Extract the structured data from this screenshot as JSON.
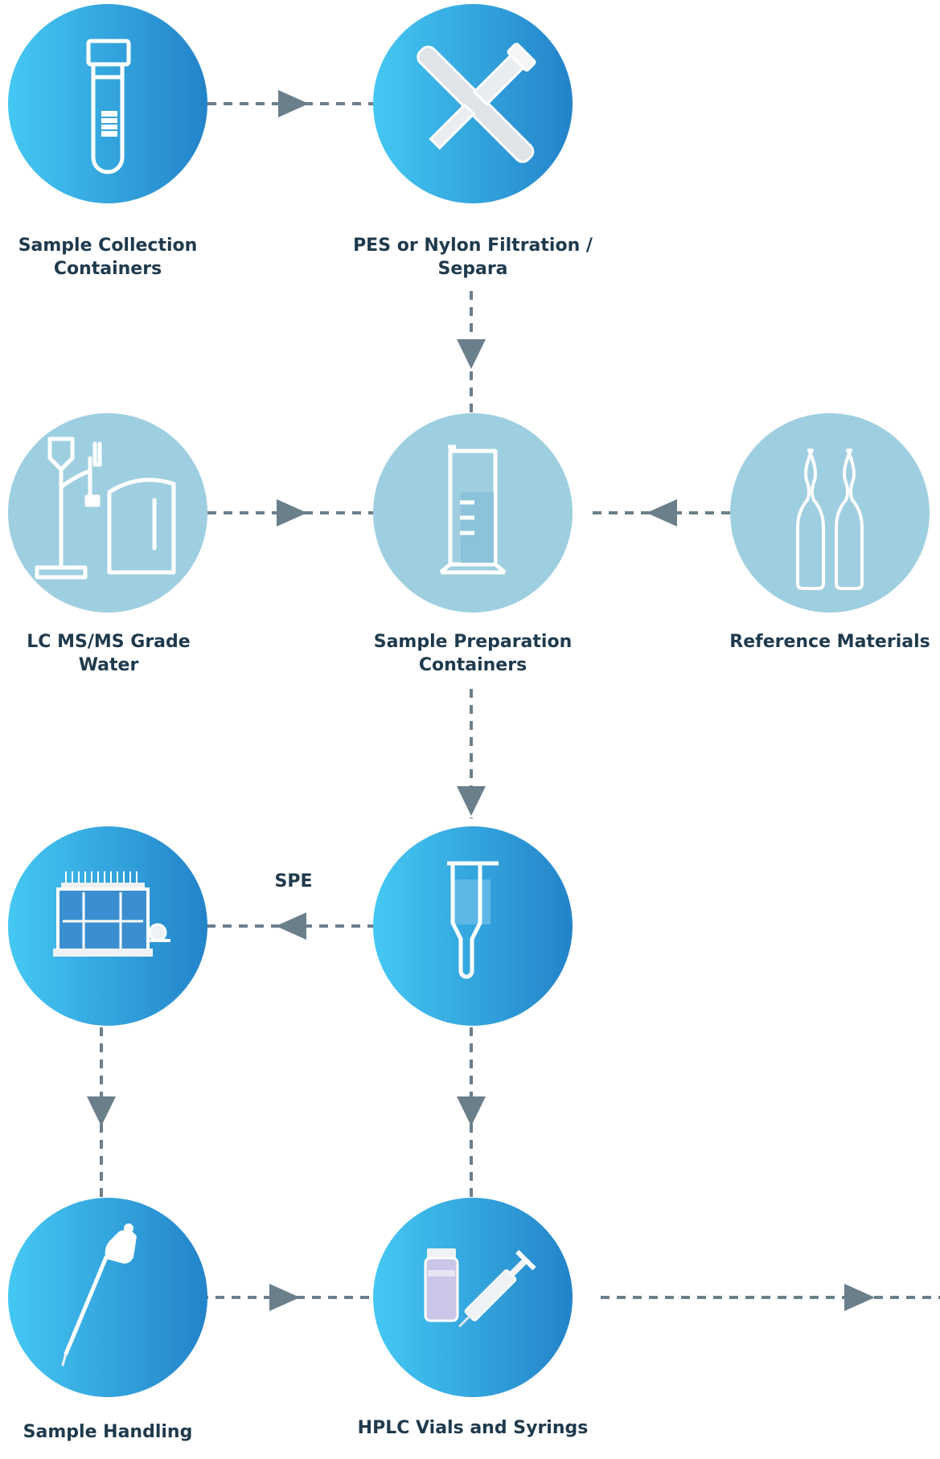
{
  "colors": {
    "active_gradient_start": "#45c8f3",
    "active_gradient_end": "#2383c9",
    "inactive_fill": "#9ecfe1",
    "connector": "#6b7f8b",
    "label_text": "#1f3a4d"
  },
  "nodes": [
    {
      "id": "sample-collection",
      "icon": "test-tube-icon",
      "state": "active",
      "label": "Sample Collection\nContainers"
    },
    {
      "id": "filtration",
      "icon": "syringe-filter-icon",
      "state": "active",
      "label": "PES or Nylon Filtration /\nSepara"
    },
    {
      "id": "lcms-water",
      "icon": "water-purification-system-icon",
      "state": "inactive",
      "label": "LC MS/MS Grade Water"
    },
    {
      "id": "sample-preparation",
      "icon": "graduated-cylinder-icon",
      "state": "inactive",
      "label": "Sample Preparation\nContainers"
    },
    {
      "id": "reference-materials",
      "icon": "ampoules-icon",
      "state": "inactive",
      "label": "Reference Materials"
    },
    {
      "id": "spe-manifold",
      "icon": "spe-vacuum-manifold-icon",
      "state": "active",
      "label": ""
    },
    {
      "id": "spe-cartridge",
      "icon": "spe-cartridge-icon",
      "state": "active",
      "label": ""
    },
    {
      "id": "sample-handling",
      "icon": "pipette-icon",
      "state": "active",
      "label": "Sample Handling"
    },
    {
      "id": "hplc-vials",
      "icon": "vial-and-syringe-icon",
      "state": "active",
      "label": "HPLC Vials and Syrings"
    }
  ],
  "edges": [
    {
      "from": "sample-collection",
      "to": "filtration",
      "label": ""
    },
    {
      "from": "filtration",
      "to": "sample-preparation",
      "label": ""
    },
    {
      "from": "lcms-water",
      "to": "sample-preparation",
      "label": ""
    },
    {
      "from": "reference-materials",
      "to": "sample-preparation",
      "label": ""
    },
    {
      "from": "sample-preparation",
      "to": "spe-cartridge",
      "label": ""
    },
    {
      "from": "spe-cartridge",
      "to": "spe-manifold",
      "label": "SPE"
    },
    {
      "from": "spe-manifold",
      "to": "sample-handling",
      "label": ""
    },
    {
      "from": "spe-cartridge",
      "to": "hplc-vials",
      "label": ""
    },
    {
      "from": "sample-handling",
      "to": "hplc-vials",
      "label": ""
    },
    {
      "from": "hplc-vials",
      "to": "",
      "label": ""
    }
  ]
}
